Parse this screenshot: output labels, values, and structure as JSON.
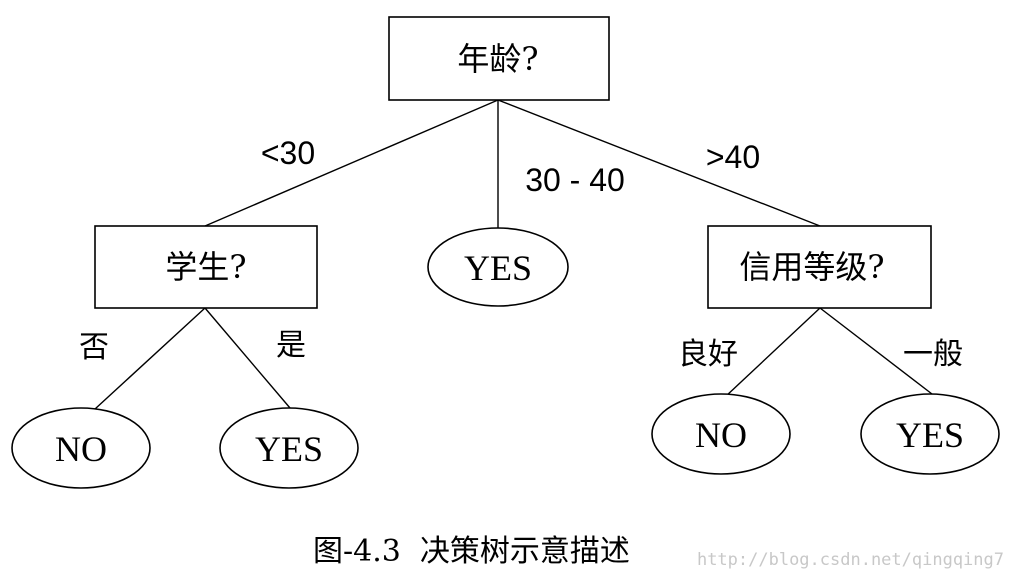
{
  "diagram": {
    "root": {
      "label": "年龄?"
    },
    "branches": {
      "young": {
        "edge_label": "<30",
        "node": "学生?"
      },
      "middle": {
        "edge_label": "30 - 40",
        "node": "YES"
      },
      "old": {
        "edge_label": ">40",
        "node": "信用等级?"
      }
    },
    "student": {
      "no": {
        "edge_label": "否",
        "leaf": "NO"
      },
      "yes": {
        "edge_label": "是",
        "leaf": "YES"
      }
    },
    "credit": {
      "good": {
        "edge_label": "良好",
        "leaf": "NO"
      },
      "fair": {
        "edge_label": "一般",
        "leaf": "YES"
      }
    }
  },
  "caption": "图-4.3  决策树示意描述",
  "watermark": "http://blog.csdn.net/qingqing7"
}
